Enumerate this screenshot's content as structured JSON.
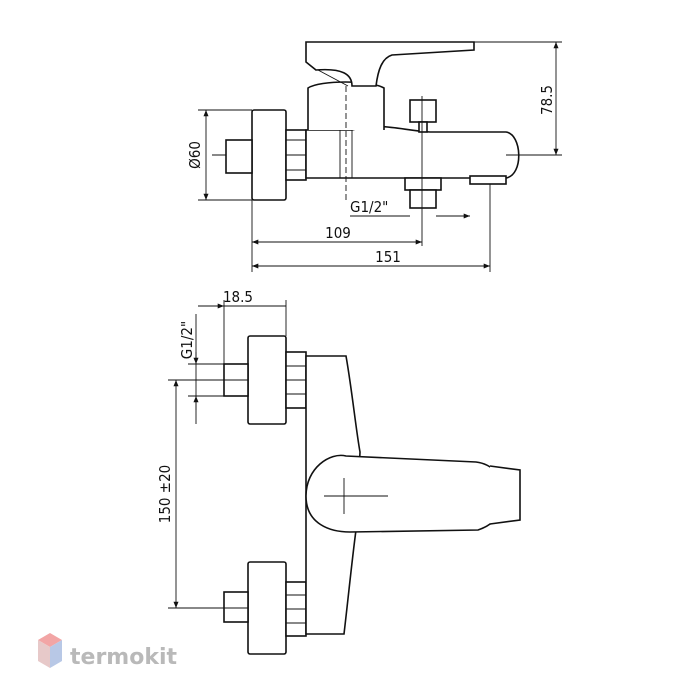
{
  "dimensions": {
    "height_785": "78.5",
    "diameter_60": "Ø60",
    "thread_top": "G1/2\"",
    "length_109": "109",
    "length_151": "151",
    "depth_185": "18.5",
    "thread_side": "G1/2\"",
    "spacing_150": "150 ±20"
  },
  "watermark": {
    "text": "termokit",
    "colors": {
      "top": "#f2a5a5",
      "left": "#e7c9c9",
      "right": "#b8c8e6"
    }
  }
}
